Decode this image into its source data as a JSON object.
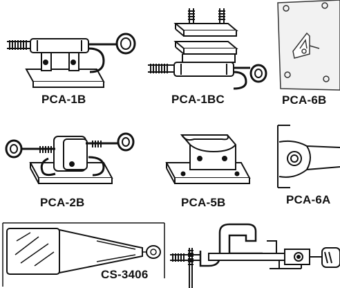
{
  "catalog": {
    "items": [
      {
        "id": "pca-1b",
        "label": "PCA-1B"
      },
      {
        "id": "pca-1bc",
        "label": "PCA-1BC"
      },
      {
        "id": "pca-6b",
        "label": "PCA-6B"
      },
      {
        "id": "pca-2b",
        "label": "PCA-2B"
      },
      {
        "id": "pca-5b",
        "label": "PCA-5B"
      },
      {
        "id": "pca-6a",
        "label": "PCA-6A"
      },
      {
        "id": "cs-3406",
        "label": "CS-3406"
      },
      {
        "id": "clamp",
        "label": ""
      }
    ]
  },
  "colors": {
    "ink": "#111111",
    "plate": "#f2f2f2",
    "paper": "#ffffff"
  }
}
